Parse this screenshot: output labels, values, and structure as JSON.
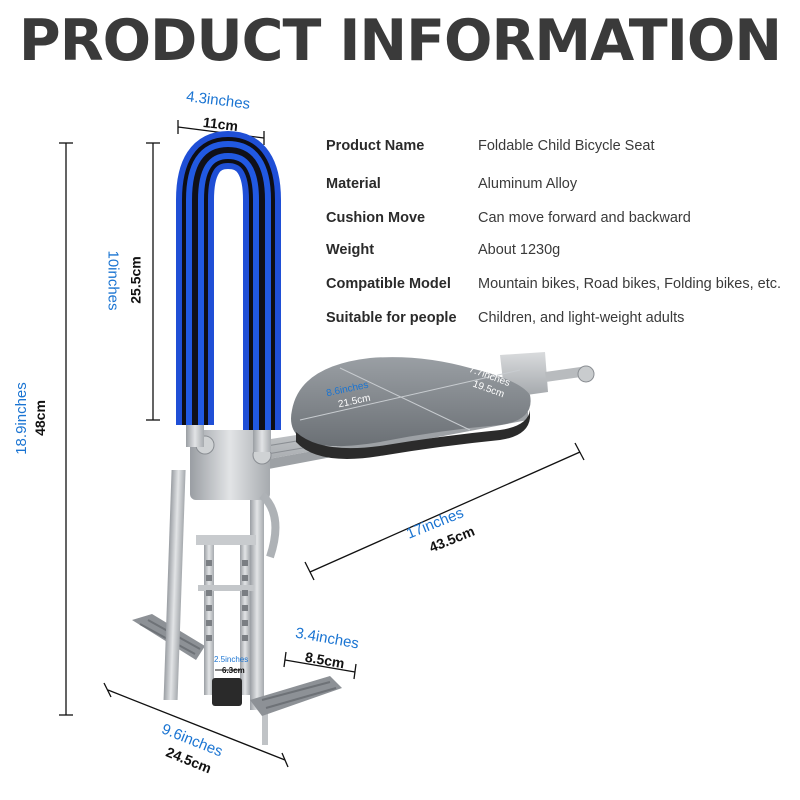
{
  "title": "PRODUCT INFORMATION",
  "specs": [
    {
      "label": "Product Name",
      "value": "Foldable Child Bicycle Seat"
    },
    {
      "label": "Material",
      "value": "Aluminum Alloy"
    },
    {
      "label": "Cushion Move",
      "value": "Can move forward and backward"
    },
    {
      "label": "Weight",
      "value": "About 1230g"
    },
    {
      "label": "Compatible Model",
      "value": "Mountain bikes, Road bikes, Folding bikes, etc."
    },
    {
      "label": "Suitable for people",
      "value": "Children, and light-weight adults"
    }
  ],
  "dimensions": {
    "handle_width": {
      "inches": "4.3inches",
      "cm": "11cm"
    },
    "handle_height": {
      "inches": "10inches",
      "cm": "25.5cm"
    },
    "total_height": {
      "inches": "18.9inches",
      "cm": "48cm"
    },
    "seat_length": {
      "inches": "8.6inches",
      "cm": "21.5cm"
    },
    "seat_width": {
      "inches": "7.7inches",
      "cm": "19.5cm"
    },
    "frame_length": {
      "inches": "17inches",
      "cm": "43.5cm"
    },
    "pedal_width": {
      "inches": "3.4inches",
      "cm": "8.5cm"
    },
    "pedal_gap": {
      "inches": "2.5inches",
      "cm": "6.3cm"
    },
    "base_width": {
      "inches": "9.6inches",
      "cm": "24.5cm"
    }
  },
  "colors": {
    "accent_blue": "#1a74d2",
    "foam_blue": "#1f4fd6",
    "aluminum": "#b9bcc0",
    "cushion": "#7e8388",
    "title": "#3a3a3a"
  }
}
